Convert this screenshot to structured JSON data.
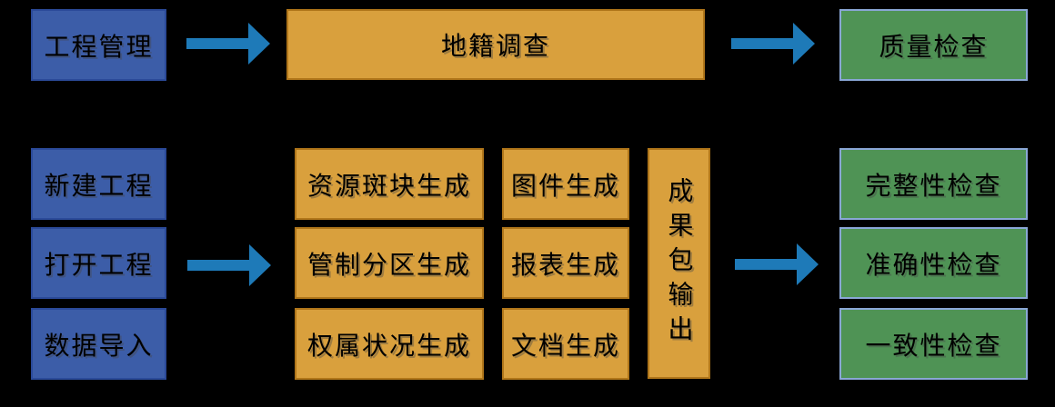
{
  "colors": {
    "background": "#000000",
    "blue_fill": "#3C5DA8",
    "blue_border": "#2B4A99",
    "orange_fill": "#D9A03D",
    "orange_border": "#B0761A",
    "green_fill": "#4F9355",
    "green_border": "#8AA7D6",
    "arrow": "#1E7AB8",
    "text": "#000000"
  },
  "top_row": {
    "left": "工程管理",
    "center": "地籍调查",
    "right": "质量检查"
  },
  "bottom_left_column": [
    "新建工程",
    "打开工程",
    "数据导入"
  ],
  "middle_column_1": [
    "资源斑块生成",
    "管制分区生成",
    "权属状况生成"
  ],
  "middle_column_2": [
    "图件生成",
    "报表生成",
    "文档生成"
  ],
  "output_node": "成果包输出",
  "right_column": [
    "完整性检查",
    "准确性检查",
    "一致性检查"
  ],
  "icons": {
    "arrow_shape": "right-block-arrow"
  }
}
